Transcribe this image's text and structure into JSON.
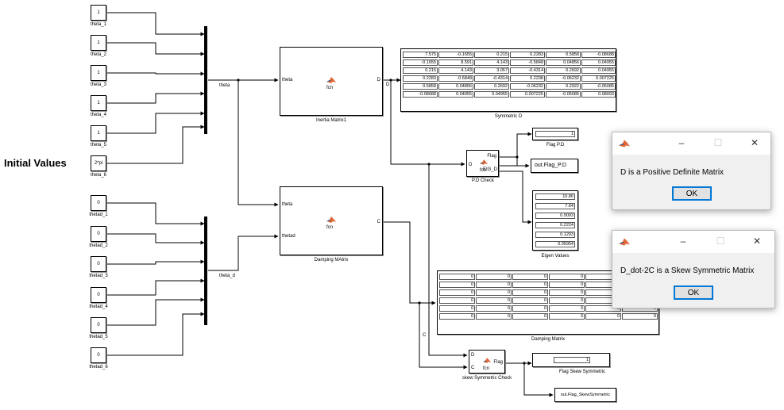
{
  "canvas": {
    "initial_values_label": "Initial Values",
    "theta_constants": [
      {
        "value": "1",
        "label": "theta_1"
      },
      {
        "value": "1",
        "label": "theta_2"
      },
      {
        "value": "1",
        "label": "theta_3"
      },
      {
        "value": "1",
        "label": "theta_4"
      },
      {
        "value": "1",
        "label": "theta_5"
      },
      {
        "value": "2*pi",
        "label": "theta_6"
      }
    ],
    "thetad_constants": [
      {
        "value": "0",
        "label": "thetad_1"
      },
      {
        "value": "0",
        "label": "thetad_2"
      },
      {
        "value": "0",
        "label": "thetad_3"
      },
      {
        "value": "0",
        "label": "thetad_4"
      },
      {
        "value": "0",
        "label": "thetad_5"
      },
      {
        "value": "0",
        "label": "thetad_6"
      }
    ],
    "signals": {
      "theta": "theta",
      "theta_d": "theta_d",
      "D": "D",
      "C": "C"
    },
    "inertia_block": {
      "in_port": "theta",
      "out_port": "D",
      "text": "fcn",
      "label": "Inertia Matrix1"
    },
    "damping_block": {
      "in_port1": "theta",
      "in_port2": "thetad",
      "out_port": "C",
      "text": "fcn",
      "label": "Damping MAtrix"
    },
    "pd_block": {
      "in_port": "D",
      "out_port1": "Flag",
      "out_port2": "EIG_D",
      "text": "fcn",
      "label": "P.D Check"
    },
    "skew_block": {
      "in_port1": "D",
      "in_port2": "C",
      "out_port": "Flag",
      "text": "fcn",
      "label": "skew Symmetric Check"
    },
    "symmetric_d": {
      "label": "Symmetric D",
      "rows": [
        [
          "7.575",
          "-0.1655",
          "0.215",
          "0.2283",
          "0.5858",
          "-0.08688"
        ],
        [
          "-0.1655",
          "8.591",
          "4.143",
          "-0.5848",
          "0.04856",
          "0.04955"
        ],
        [
          "0.215",
          "4.143",
          "3.057",
          "-0.4314",
          "0.2692",
          "0.04955"
        ],
        [
          "0.2283",
          "-0.5848",
          "-0.4314",
          "0.2238",
          "-0.06232",
          "0.007225"
        ],
        [
          "0.5858",
          "0.04856",
          "0.2692",
          "-0.06232",
          "0.2922",
          "-0.05085"
        ],
        [
          "-0.08688",
          "0.04955",
          "0.04955",
          "0.007225",
          "-0.05085",
          "0.08093"
        ]
      ]
    },
    "flag_pd": {
      "value": "1",
      "label": "Flag P.D"
    },
    "out_flag_pd": {
      "text": "out.Flag_P.D"
    },
    "eigen_values": {
      "label": "Eigen Values",
      "values": [
        "10.86",
        "7.64",
        "0.9093",
        "0.2224",
        "0.1293",
        "0.05954"
      ]
    },
    "damping_display": {
      "label": "Damping Matrix",
      "rows": [
        [
          "0",
          "0",
          "0",
          "0",
          "0",
          "0"
        ],
        [
          "0",
          "0",
          "0",
          "0",
          "0",
          "0"
        ],
        [
          "0",
          "0",
          "0",
          "0",
          "0",
          "0"
        ],
        [
          "0",
          "0",
          "0",
          "0",
          "0",
          "0"
        ],
        [
          "0",
          "0",
          "0",
          "0",
          "0",
          "0"
        ],
        [
          "0",
          "0",
          "0",
          "0",
          "0",
          "0"
        ]
      ]
    },
    "flag_skew": {
      "value": "1",
      "label": "Flag Skew Symmetric"
    },
    "out_flag_skew": {
      "text": "out.Flag_SkewSymmetric"
    }
  },
  "dialogs": [
    {
      "message": "D is a Positive Definite Matrix",
      "ok_label": "OK",
      "minimize_icon": "minimize-icon",
      "maximize_icon": "maximize-icon",
      "close_icon": "close-icon"
    },
    {
      "message": "D_dot-2C is a Skew Symmetric Matrix",
      "ok_label": "OK",
      "minimize_icon": "minimize-icon",
      "maximize_icon": "maximize-icon",
      "close_icon": "close-icon"
    }
  ],
  "colors": {
    "ok_border": "#0078d7",
    "matlab_orange": "#e16737",
    "matlab_blue": "#0f5c99"
  }
}
